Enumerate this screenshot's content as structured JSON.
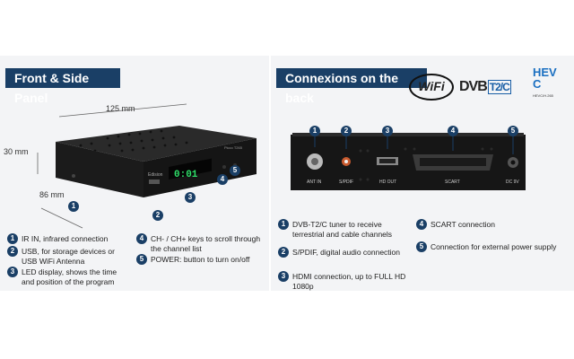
{
  "left": {
    "title": "Front & Side Panel",
    "dimensions": {
      "width": "125 mm",
      "height": "30 mm",
      "depth": "86 mm"
    },
    "device": {
      "brand": "Edision",
      "model": "Picco T265",
      "display": "0:01"
    },
    "legend": [
      {
        "num": "1",
        "text": "IR IN, infrared connection"
      },
      {
        "num": "2",
        "text": "USB, for storage devices or USB WiFi Antenna"
      },
      {
        "num": "3",
        "text": "LED display, shows the time and position of the program"
      },
      {
        "num": "4",
        "text": "CH- / CH+ keys to scroll through the channel list"
      },
      {
        "num": "5",
        "text": "POWER: button to turn on/off"
      }
    ]
  },
  "right": {
    "title": "Connexions on the back",
    "logos": {
      "wifi": "WiFi",
      "dvb": "DVB",
      "dvb_sub": "T2/C",
      "hevc": "HEVC",
      "hevc_sub": "HEVC/H.265"
    },
    "port_labels": [
      "ANT IN",
      "S/PDIF",
      "HD OUT",
      "SCART",
      "DC 9V"
    ],
    "legend": [
      {
        "num": "1",
        "text": "DVB-T2/C tuner to receive terrestrial and cable channels"
      },
      {
        "num": "2",
        "text": "S/PDIF, digital audio connection"
      },
      {
        "num": "3",
        "text": "HDMI connection, up to FULL HD 1080p"
      },
      {
        "num": "4",
        "text": "SCART connection"
      },
      {
        "num": "5",
        "text": "Connection for external power supply"
      }
    ]
  },
  "colors": {
    "accent": "#1a3f66",
    "panel_bg": "#f3f4f6",
    "device": "#1c1c1c",
    "led": "#2fe06a"
  }
}
